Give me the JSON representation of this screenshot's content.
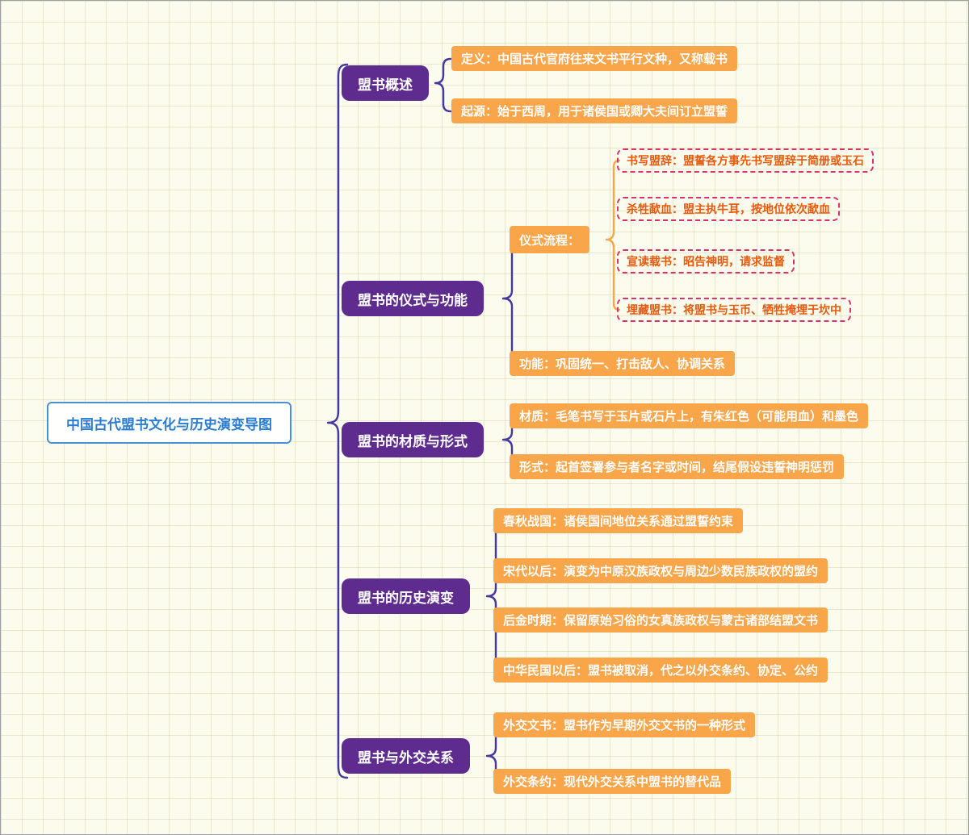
{
  "root": {
    "label": "中国古代盟书文化与历史演变导图"
  },
  "branches": [
    {
      "label": "盟书概述",
      "children": [
        {
          "label": "定义：中国古代官府往来文书平行文种，又称载书"
        },
        {
          "label": "起源：始于西周，用于诸侯国或卿大夫间订立盟誓"
        }
      ]
    },
    {
      "label": "盟书的仪式与功能",
      "children": [
        {
          "label": "仪式流程：",
          "children": [
            {
              "label": "书写盟辞：盟誓各方事先书写盟辞于简册或玉石"
            },
            {
              "label": "杀牲歃血：盟主执牛耳，按地位依次歃血"
            },
            {
              "label": "宣读载书：昭告神明，请求监督"
            },
            {
              "label": "埋藏盟书：将盟书与玉币、牺牲掩埋于坎中"
            }
          ]
        },
        {
          "label": "功能：巩固统一、打击敌人、协调关系"
        }
      ]
    },
    {
      "label": "盟书的材质与形式",
      "children": [
        {
          "label": "材质：毛笔书写于玉片或石片上，有朱红色（可能用血）和墨色"
        },
        {
          "label": "形式：起首签署参与者名字或时间，结尾假设违誓神明惩罚"
        }
      ]
    },
    {
      "label": "盟书的历史演变",
      "children": [
        {
          "label": "春秋战国：诸侯国间地位关系通过盟誓约束"
        },
        {
          "label": "宋代以后：演变为中原汉族政权与周边少数民族政权的盟约"
        },
        {
          "label": "后金时期：保留原始习俗的女真族政权与蒙古诸部结盟文书"
        },
        {
          "label": "中华民国以后：盟书被取消，代之以外交条约、协定、公约"
        }
      ]
    },
    {
      "label": "盟书与外交关系",
      "children": [
        {
          "label": "外交文书：盟书作为早期外交文书的一种形式"
        },
        {
          "label": "外交条约：现代外交关系中盟书的替代品"
        }
      ]
    }
  ],
  "colors": {
    "root_border": "#4a90d9",
    "root_text": "#2b7cd3",
    "branch_bg": "#5e2c8e",
    "child_bg": "#f9a54a",
    "dashed_border": "#d6336c",
    "dashed_text": "#e8590c",
    "brace_color": "#4338a0",
    "sub_bracket_color": "#f9a54a"
  }
}
